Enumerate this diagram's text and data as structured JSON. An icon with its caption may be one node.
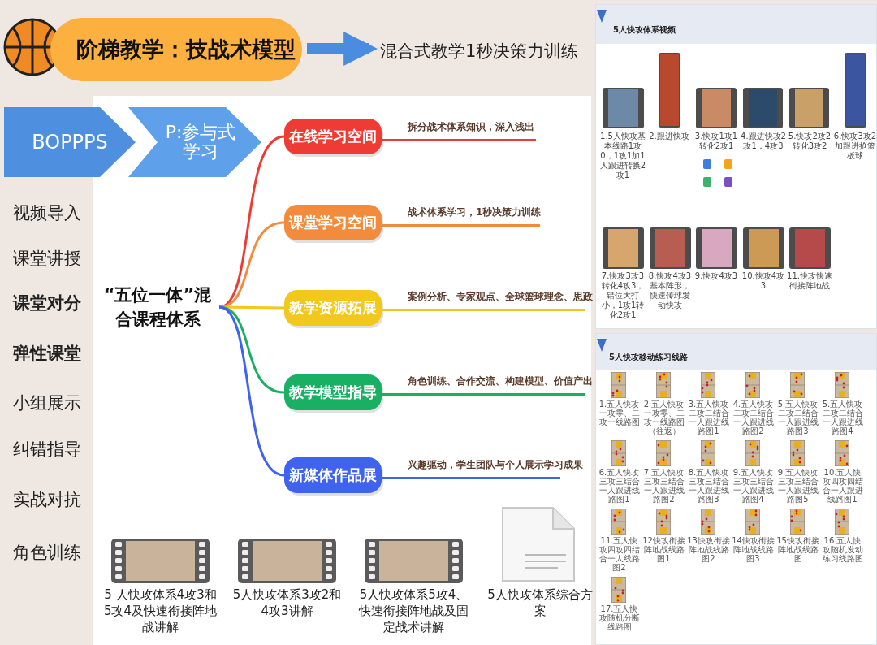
{
  "diagram": {
    "nodes": [
      {
        "text": [
          "阶梯教学：技战术模型"
        ]
      },
      {
        "text": [
          "混合式教学1秒决策力训练"
        ]
      },
      {
        "text": [
          "BOPPPS"
        ]
      },
      {
        "text": [
          "P:参与式学习"
        ]
      },
      {
        "text": [
          "“五位一体”混合课程体系"
        ]
      },
      {
        "text": [
          "在线学习空间"
        ],
        "beside": [
          "拆分战术体系知识，深入浅出"
        ]
      },
      {
        "text": [
          "课堂学习空间"
        ],
        "beside": [
          "战术体系学习，1秒决策力训练"
        ]
      },
      {
        "text": [
          "教学资源拓展"
        ],
        "beside": [
          "案例分析、专家观点、全球篮球理念、思政"
        ]
      },
      {
        "text": [
          "教学模型指导"
        ],
        "beside": [
          "角色训练、合作交流、构建模型、价值产出"
        ]
      },
      {
        "text": [
          "新媒体作品展"
        ],
        "beside": [
          "兴趣驱动，学生团队与个人展示学习成果"
        ]
      }
    ],
    "edges": [
      {
        "from": 0,
        "to": 1,
        "arrow": "to",
        "style": "thick"
      },
      {
        "from": 4,
        "to": 5,
        "arrow": "none",
        "color": "#ee3b34"
      },
      {
        "from": 4,
        "to": 6,
        "arrow": "none",
        "color": "#f28c3c"
      },
      {
        "from": 4,
        "to": 7,
        "arrow": "none",
        "color": "#f2c81c"
      },
      {
        "from": 4,
        "to": 8,
        "arrow": "none",
        "color": "#19b064"
      },
      {
        "from": 4,
        "to": 9,
        "arrow": "none",
        "color": "#3f63ee"
      }
    ],
    "labels": [
      "视频导入",
      "课堂讲授",
      "课堂对分",
      "弹性课堂",
      "小组展示",
      "纠错指导",
      "实战对抗",
      "角色训练",
      "5 人快攻体系4攻3和5攻4及快速衔接阵地战讲解",
      "5人快攻体系3攻2和4攻3讲解",
      "5人快攻体系5攻4、快速衔接阵地战及固定战术讲解",
      "5人快攻体系综合方案",
      "5人快攻体系视频",
      "1.5人快攻基本线路1攻0，1攻1加1人跟进转换2攻1",
      "2.跟进快攻",
      "3.快攻1攻1转化2攻1",
      "4.跟进快攻2攻1，4攻3",
      "5.快攻2攻2转化3攻2",
      "6.快攻3攻2加跟进抢篮板球",
      "7.快攻3攻3转化4攻3，错位大打小，1攻1转化2攻1",
      "8.快攻4攻3基本阵形，快速传球发动快攻",
      "9.快攻4攻3",
      "10.快攻4攻3",
      "11.快攻快速衔接阵地战",
      "5人快攻移动练习线路",
      "1.五人快攻一攻零、二攻一线路图",
      "2.五人快攻一攻零、二攻一线路图（往返）",
      "3.五人快攻二攻二结合一人跟进线路图1",
      "4.五人快攻二攻二结合一人跟进线路图2",
      "5.五人快攻二攻二结合一人跟进线路图3",
      "5.五人快攻二攻二结合一人跟进线路图4",
      "6.五人快攻三攻三结合一人跟进线路图1",
      "7.五人快攻三攻三结合一人跟进线路图2",
      "8.五人快攻三攻三结合一人跟进线路图3",
      "9.五人快攻三攻三结合一人跟进线路图4",
      "9.五人快攻三攻三结合一人跟进线路图5",
      "10.五人快攻四攻四结合一人跟进线路图1",
      "11.五人快攻四攻四结合一人线路图2",
      "12快攻衔接阵地战线路图1",
      "13快攻衔接阵地战线路图2",
      "14快攻衔接阵地战线路图3",
      "15快攻衔接阵地战线路图",
      "16.五人快攻随机发动练习线路图",
      "17.五人快攻随机分断线路图"
    ]
  }
}
